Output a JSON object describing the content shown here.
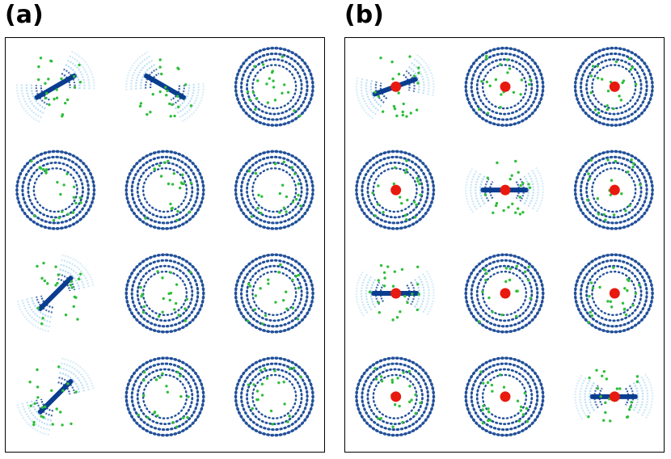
{
  "labels": {
    "a": "(a)",
    "b": "(b)"
  },
  "colors": {
    "ring_dark": "#0a3d8f",
    "ring_light": "#7fc2ec",
    "scatter": "#2fbe3a",
    "marker": "#e8190f"
  },
  "panels": [
    {
      "id": "a",
      "rows": 4,
      "cols": 3,
      "cells": [
        [
          "lobe",
          -30
        ],
        [
          "lobe",
          30
        ],
        [
          "ring",
          0
        ],
        [
          "ring",
          0
        ],
        [
          "ring",
          0
        ],
        [
          "ring",
          0
        ],
        [
          "lobe",
          -45
        ],
        [
          "ring",
          0
        ],
        [
          "ring",
          0
        ],
        [
          "lobe",
          -45
        ],
        [
          "ring",
          0
        ],
        [
          "ring",
          0
        ]
      ],
      "red_marker": false
    },
    {
      "id": "b",
      "rows": 4,
      "cols": 3,
      "cells": [
        [
          "lobe",
          -20
        ],
        [
          "ring",
          0
        ],
        [
          "ring",
          0
        ],
        [
          "ring",
          0
        ],
        [
          "lobe",
          0
        ],
        [
          "ring",
          0
        ],
        [
          "lobe",
          0
        ],
        [
          "ring",
          0
        ],
        [
          "ring",
          0
        ],
        [
          "ring",
          0
        ],
        [
          "ring",
          0
        ],
        [
          "lobe",
          0
        ]
      ],
      "red_marker": true
    }
  ]
}
